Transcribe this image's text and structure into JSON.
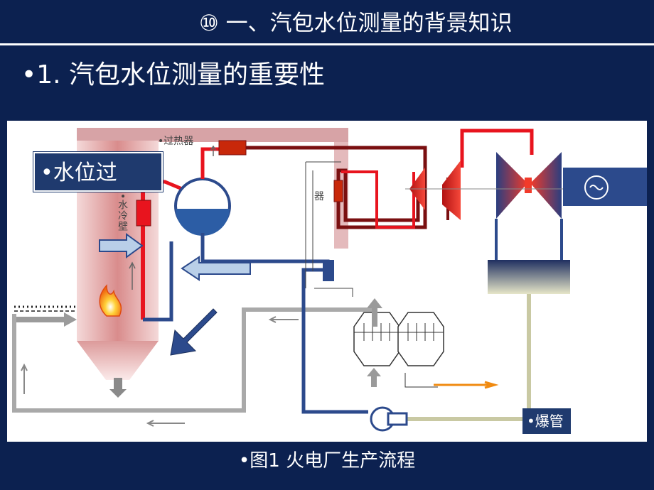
{
  "header": {
    "title": "⑩ 一、汽包水位测量的背景知识",
    "subtitle": "•1. 汽包水位测量的重要性"
  },
  "diagram": {
    "labels": {
      "superheater": "•过热器",
      "reheater": "器",
      "waterwall": "•水冷壁"
    },
    "callouts": {
      "water_level": "•水位过",
      "tube_burst": "•爆管"
    }
  },
  "caption": "•图1  火电厂生产流程",
  "colors": {
    "background": "#0c2150",
    "steam_red": "#e8141e",
    "dark_red": "#7a0f10",
    "water_blue": "#2c4a8c",
    "return_gray": "#a9a9a9",
    "condensate": "#c9c9a3",
    "furnace_pink": "#e9b7b7",
    "turbine_red": "#e8342a"
  }
}
